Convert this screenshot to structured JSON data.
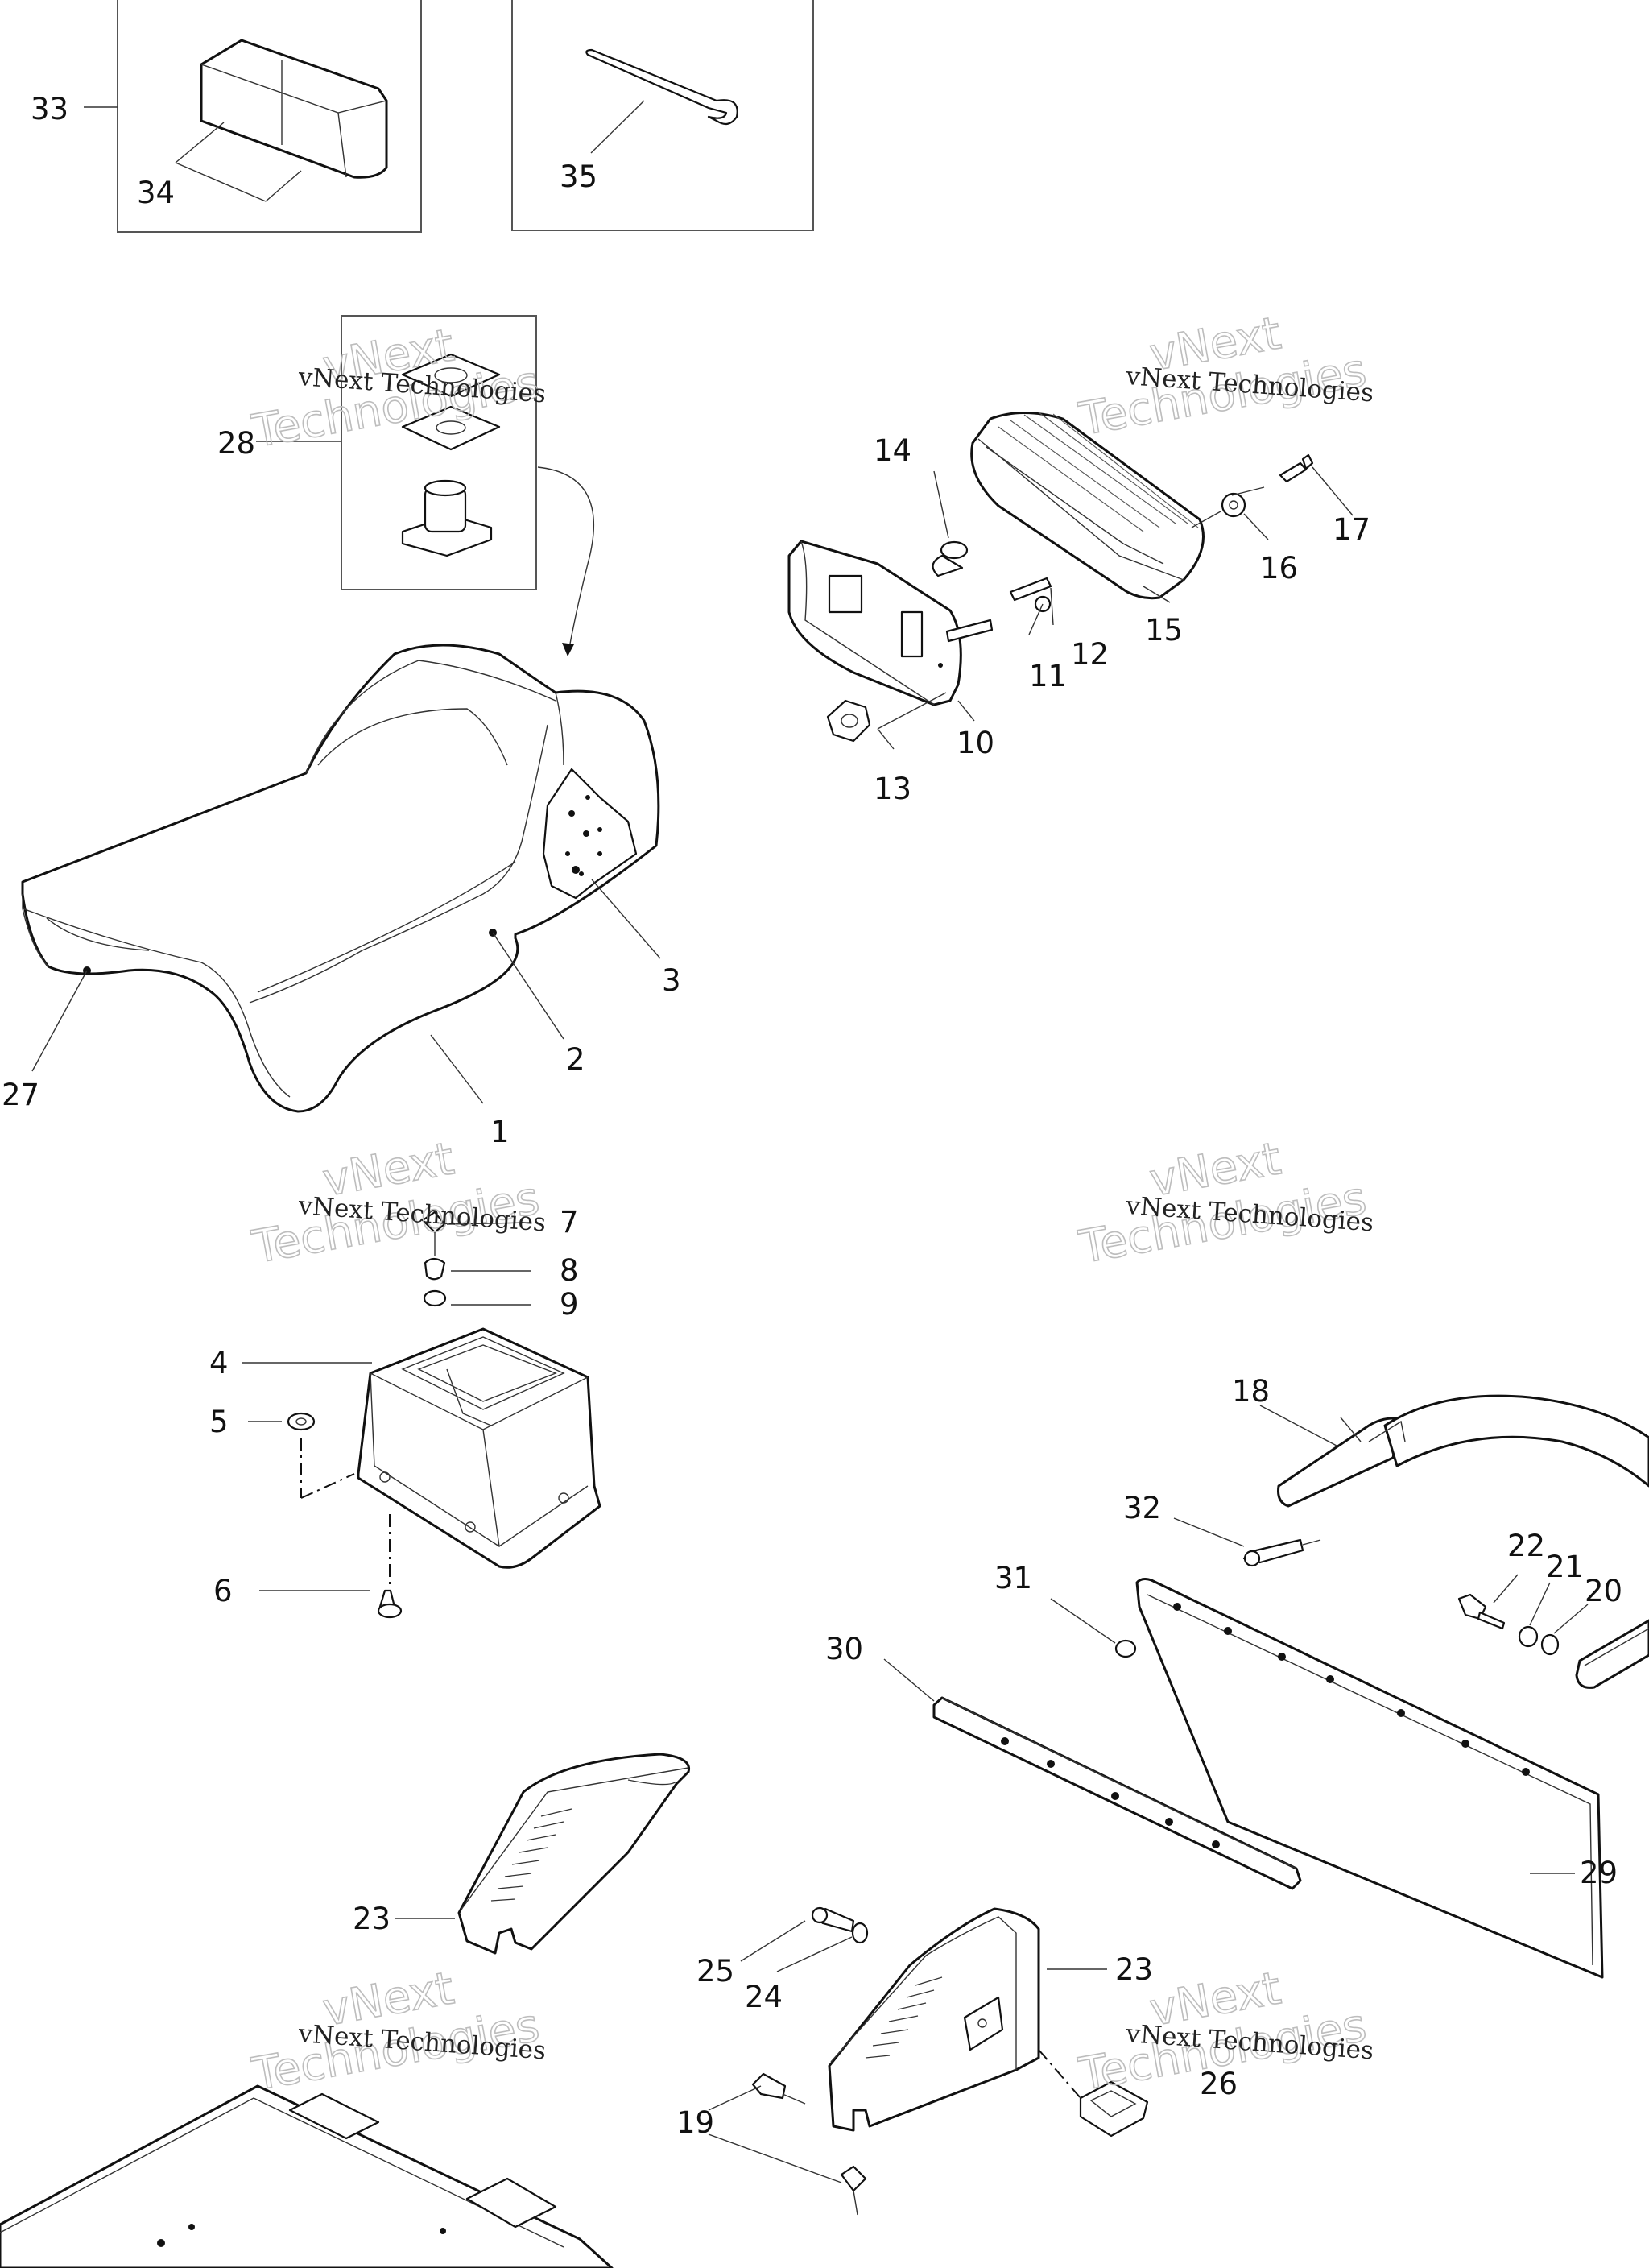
{
  "labels": [
    {
      "id": "1",
      "text": "1"
    },
    {
      "id": "2",
      "text": "2"
    },
    {
      "id": "3",
      "text": "3"
    },
    {
      "id": "4",
      "text": "4"
    },
    {
      "id": "5",
      "text": "5"
    },
    {
      "id": "6",
      "text": "6"
    },
    {
      "id": "7",
      "text": "7"
    },
    {
      "id": "8",
      "text": "8"
    },
    {
      "id": "9",
      "text": "9"
    },
    {
      "id": "10",
      "text": "10"
    },
    {
      "id": "11",
      "text": "11"
    },
    {
      "id": "12",
      "text": "12"
    },
    {
      "id": "13",
      "text": "13"
    },
    {
      "id": "14",
      "text": "14"
    },
    {
      "id": "15",
      "text": "15"
    },
    {
      "id": "16",
      "text": "16"
    },
    {
      "id": "17",
      "text": "17"
    },
    {
      "id": "18",
      "text": "18"
    },
    {
      "id": "19",
      "text": "19"
    },
    {
      "id": "20",
      "text": "20"
    },
    {
      "id": "21",
      "text": "21"
    },
    {
      "id": "22",
      "text": "22"
    },
    {
      "id": "23a",
      "text": "23"
    },
    {
      "id": "23b",
      "text": "23"
    },
    {
      "id": "24",
      "text": "24"
    },
    {
      "id": "25",
      "text": "25"
    },
    {
      "id": "26",
      "text": "26"
    },
    {
      "id": "27",
      "text": "27"
    },
    {
      "id": "28",
      "text": "28"
    },
    {
      "id": "29",
      "text": "29"
    },
    {
      "id": "30",
      "text": "30"
    },
    {
      "id": "31",
      "text": "31"
    },
    {
      "id": "32",
      "text": "32"
    },
    {
      "id": "33",
      "text": "33"
    },
    {
      "id": "34",
      "text": "34"
    },
    {
      "id": "35",
      "text": "35"
    }
  ],
  "watermark": {
    "line1": "vNext Technologies",
    "line2a": "vNext",
    "line2b": "Technologies"
  }
}
